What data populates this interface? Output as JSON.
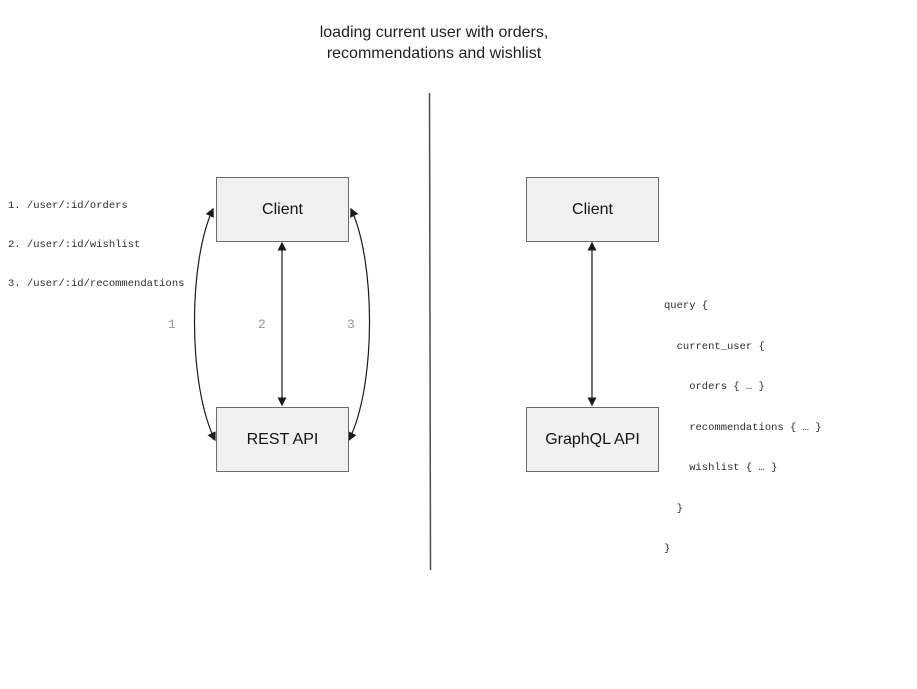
{
  "title": {
    "line1": "loading current user with orders,",
    "line2": "recommendations and wishlist"
  },
  "rest_panel": {
    "client_label": "Client",
    "api_label": "REST API",
    "endpoints": [
      "1. /user/:id/orders",
      "2. /user/:id/wishlist",
      "3. /user/:id/recommendations"
    ],
    "arrow_labels": [
      "1",
      "2",
      "3"
    ]
  },
  "graphql_panel": {
    "client_label": "Client",
    "api_label": "GraphQL API",
    "query_lines": [
      "query {",
      "  current_user {",
      "    orders { … }",
      "    recommendations { … }",
      "    wishlist { … }",
      "  }",
      "}"
    ]
  },
  "colors": {
    "box-fill": "#f0f0f0",
    "box-border": "#6b6b6b",
    "arrow": "#1a1a1a",
    "label-gray": "#989898",
    "divider": "#4d4d4d"
  }
}
